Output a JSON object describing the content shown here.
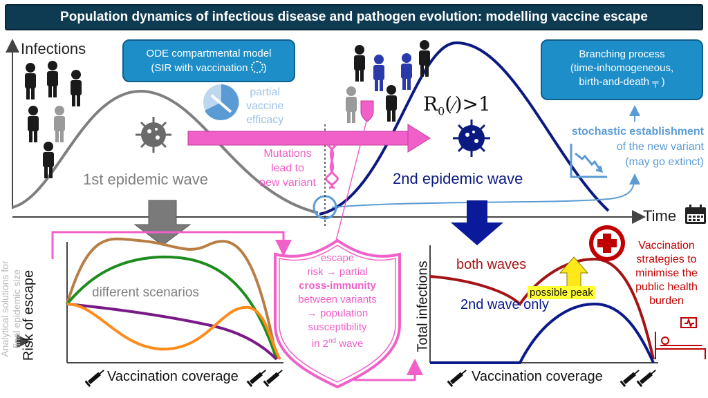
{
  "title": "Population dynamics of infectious disease and pathogen evolution: modelling vaccine escape",
  "top_panel": {
    "y_label": "Infections",
    "x_label": "Time",
    "wave1_label": "1st epidemic wave",
    "wave2_label": "2nd epidemic wave",
    "ode_box": {
      "line1": "ODE compartmental model",
      "line2": "(SIR with vaccination"
    },
    "branching_box": {
      "line1": "Branching process",
      "line2": "(time-inhomogeneous,",
      "line3": "birth-and-death"
    },
    "partial_efficacy": {
      "line1": "partial",
      "line2": "vaccine",
      "line3": "efficacy"
    },
    "mutation": {
      "line1": "Mutations",
      "line2": "lead to",
      "line3": "new variant"
    },
    "r0_text": ">1",
    "r0_symbol": "R",
    "r0_sub": "0",
    "stochastic": {
      "line1": "stochastic establishment",
      "line2": "of the new variant",
      "line3": "(may go extinct)"
    }
  },
  "left_chart": {
    "y_label": "Risk of escape",
    "x_label": "Vaccination coverage",
    "scenario_label": "different scenarios",
    "side_note_line1": "Analytical solutions for",
    "side_note_line2": "final epidemic size",
    "colors": {
      "brown": "#b87e45",
      "green": "#1e8c1e",
      "orange": "#ff8c1a",
      "purple": "#7a1a86"
    }
  },
  "shield": {
    "line1": "escape",
    "line2": "risk → partial",
    "line3": "cross-immunity",
    "line4": "between variants",
    "line5": "→ population",
    "line6": "susceptibility",
    "line7_pre": "in 2",
    "line7_sup": "nd",
    "line7_post": " wave"
  },
  "right_chart": {
    "y_label": "Total infections",
    "x_label": "Vaccination coverage",
    "both_label": "both waves",
    "second_label": "2nd wave only",
    "peak_label": "possible peak",
    "colors": {
      "both": "#a31515",
      "second": "#0a1a8a"
    }
  },
  "strategies": {
    "line1": "Vaccination",
    "line2": "strategies to",
    "line3": "minimise the",
    "line4": "public health",
    "line5": "burden"
  },
  "colors": {
    "title_bg": "#0e3a52",
    "box_blue": "#1d8ec8",
    "pink": "#f060c8",
    "wave1": "#7f7f7f",
    "wave2": "#0a1a80",
    "light_blue": "#5b9bd5",
    "red": "#c00000"
  }
}
